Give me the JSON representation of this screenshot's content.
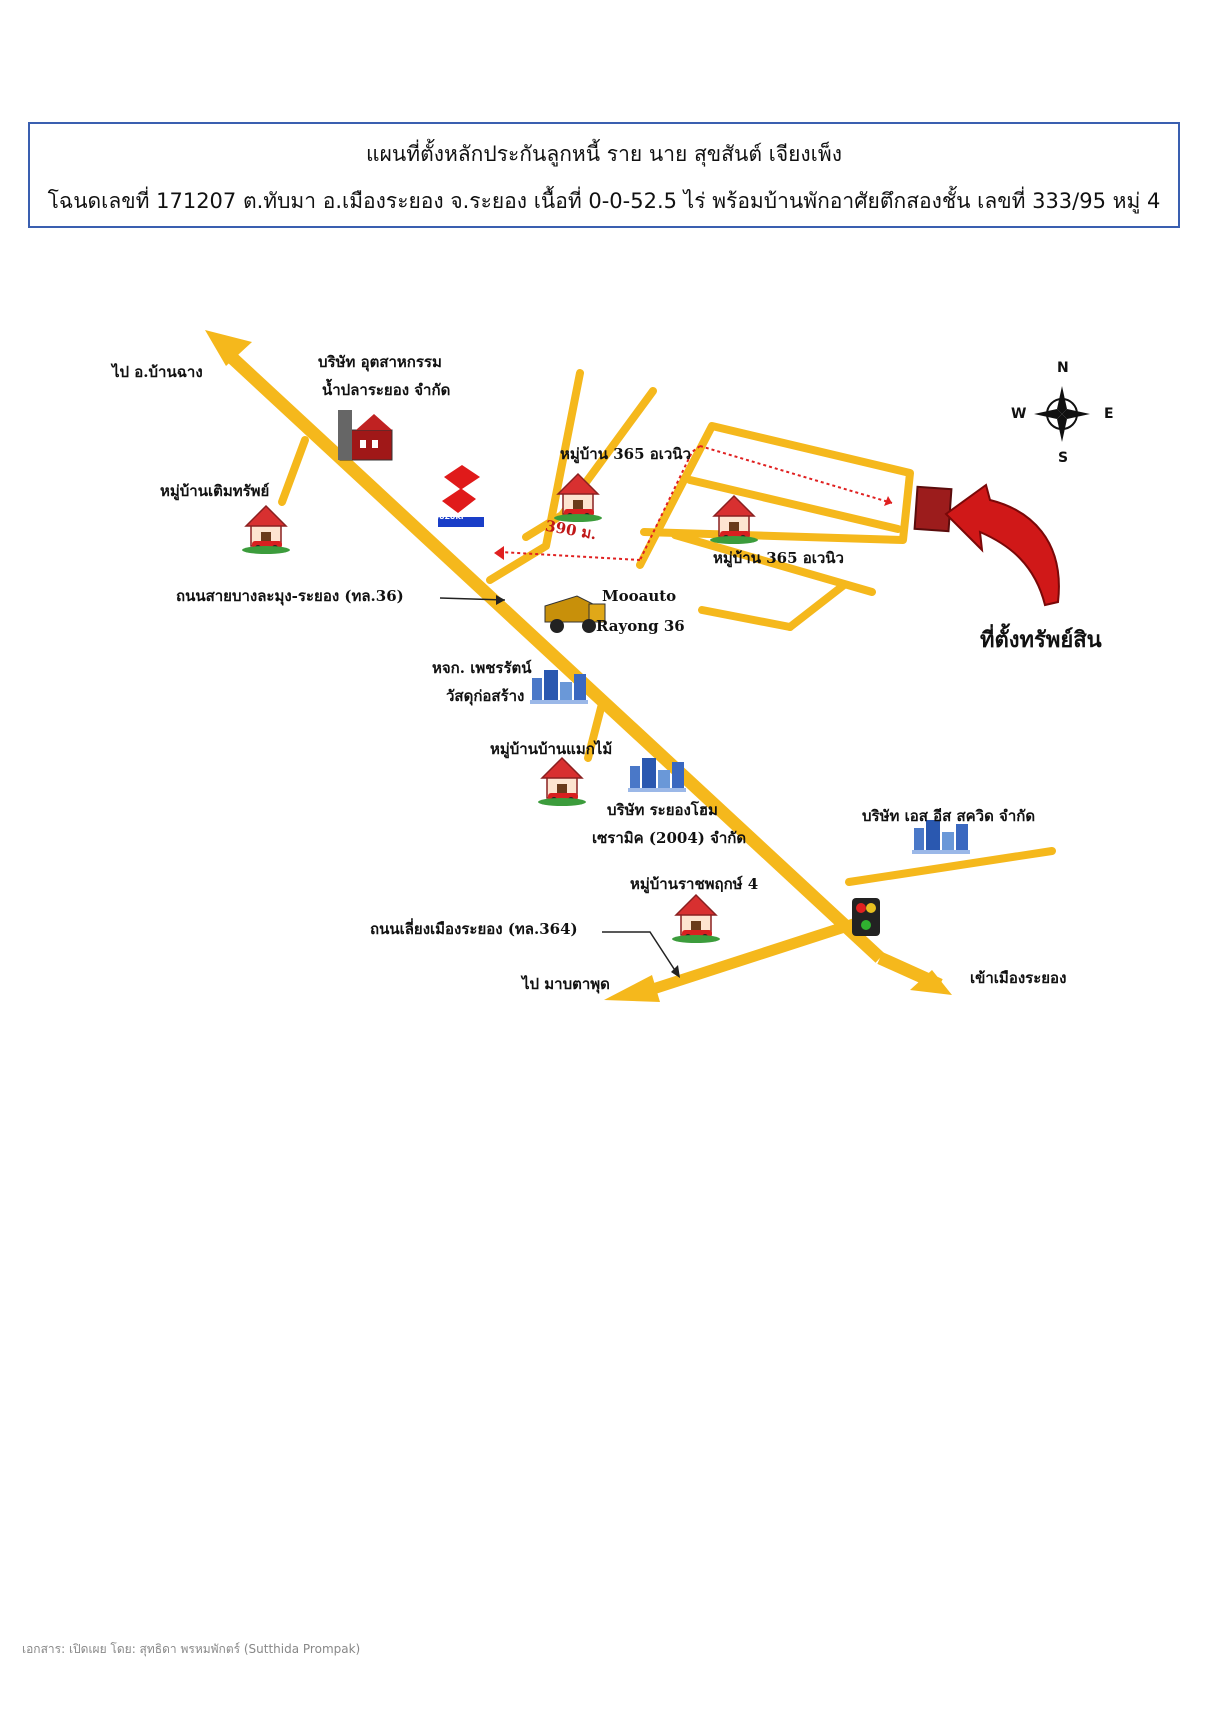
{
  "title": {
    "line1": "แผนที่ตั้งหลักประกันลูกหนี้ ราย นาย สุขสันต์ เจียงเพ็ง",
    "line2": "โฉนดเลขที่ 171207 ต.ทับมา อ.เมืองระยอง จ.ระยอง เนื้อที่ 0-0-52.5 ไร่ พร้อมบ้านพักอาศัยตึกสองชั้น เลขที่ 333/95 หมู่ 4"
  },
  "labels": {
    "to_ban_chang": "ไป อ.บ้านฉาง",
    "factory_1": "บริษัท อุตสาหกรรม",
    "factory_2": "น้ำปลาระยอง จำกัด",
    "village_toem_sap": "หมู่บ้านเติมทรัพย์",
    "village_365_top": "หมู่บ้าน 365 อเวนิว",
    "village_365_bottom": "หมู่บ้าน 365 อเวนิว",
    "distance": "390 ม.",
    "road_36": "ถนนสายบางละมุง-ระยอง (ทล.36)",
    "mooauto_1": "Mooauto",
    "mooauto_2": "Rayong 36",
    "phetcharat_1": "หจก. เพชรรัตน์",
    "phetcharat_2": "วัสดุก่อสร้าง",
    "village_maek_mai": "หมู่บ้านบ้านแมกไม้",
    "rayong_home_1": "บริษัท ระยองโฮม",
    "rayong_home_2": "เซรามิค (2004) จำกัด",
    "s_east": "บริษัท เอส อีส สควิด จำกัด",
    "village_ratchaphruek": "หมู่บ้านราชพฤกษ์ 4",
    "road_364": "ถนนเลี่ยงเมืองระยอง (ทล.364)",
    "to_map_ta_phut": "ไป มาบตาพุด",
    "to_rayong_city": "เข้าเมืองระยอง",
    "property_location": "ที่ตั้งทรัพย์สิน",
    "suzuki": "SUZUKI"
  },
  "compass": {
    "n": "N",
    "s": "S",
    "e": "E",
    "w": "W"
  },
  "footer": "เอกสาร: เปิดเผย โดย: สุทธิดา พรหมพักตร์ (Sutthida Prompak)",
  "colors": {
    "road": "#f5b81c",
    "route": "#e02020",
    "arrow": "#d01818",
    "property": "#9c1c1c",
    "border": "#3a5fb0"
  },
  "icons": {
    "house": "house-icon",
    "factory": "factory-icon",
    "suzuki": "suzuki-logo",
    "truck": "dump-truck-icon",
    "building": "building-icon",
    "traffic": "traffic-light-icon",
    "compass": "compass-icon"
  }
}
